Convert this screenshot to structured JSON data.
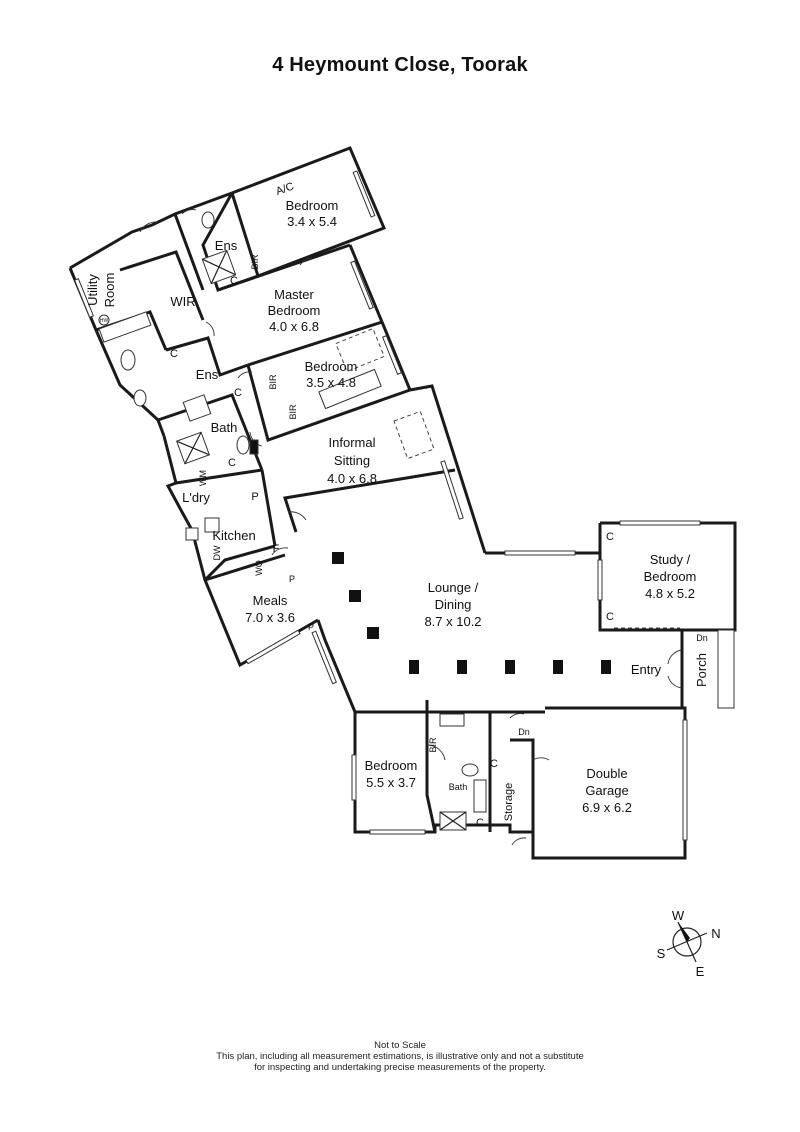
{
  "title": "4 Heymount Close, Toorak",
  "rooms": {
    "bedroom_top": {
      "name": "Bedroom",
      "size": "3.4 x 5.4"
    },
    "master": {
      "name_1": "Master",
      "name_2": "Bedroom",
      "size": "4.0 x 6.8"
    },
    "bedroom_mid": {
      "name": "Bedroom",
      "size": "3.5 x 4.8"
    },
    "informal": {
      "name_1": "Informal",
      "name_2": "Sitting",
      "size": "4.0 x 6.8"
    },
    "lounge": {
      "name_1": "Lounge /",
      "name_2": "Dining",
      "size": "8.7 x 10.2"
    },
    "study": {
      "name_1": "Study /",
      "name_2": "Bedroom",
      "size": "4.8 x 5.2"
    },
    "meals": {
      "name": "Meals",
      "size": "7.0 x 3.6"
    },
    "bedroom_bottom": {
      "name": "Bedroom",
      "size": "5.5 x 3.7"
    },
    "garage": {
      "name_1": "Double",
      "name_2": "Garage",
      "size": "6.9 x 6.2"
    },
    "utility": {
      "name_1": "Utility",
      "name_2": "Room"
    },
    "wir": "WIR",
    "ens_top": "Ens",
    "ens_mid": "Ens",
    "bath_mid": "Bath",
    "ldry": "L'dry",
    "kitchen": "Kitchen",
    "bath_small": "Bath",
    "storage": "Storage",
    "entry": "Entry",
    "porch": "Porch"
  },
  "marks": {
    "ac": "A/C",
    "bir": "BIR",
    "c": "C",
    "p": "P",
    "f": "F",
    "wm": "WM",
    "dw": "DW",
    "wo": "WO",
    "dn": "Dn",
    "hw": "HW"
  },
  "compass": {
    "n": "N",
    "e": "E",
    "s": "S",
    "w": "W"
  },
  "disclaimer": {
    "line1": "Not to Scale",
    "line2": "This plan, including all measurement estimations, is illustrative only and not a substitute",
    "line3": "for inspecting and undertaking precise measurements of the property."
  }
}
